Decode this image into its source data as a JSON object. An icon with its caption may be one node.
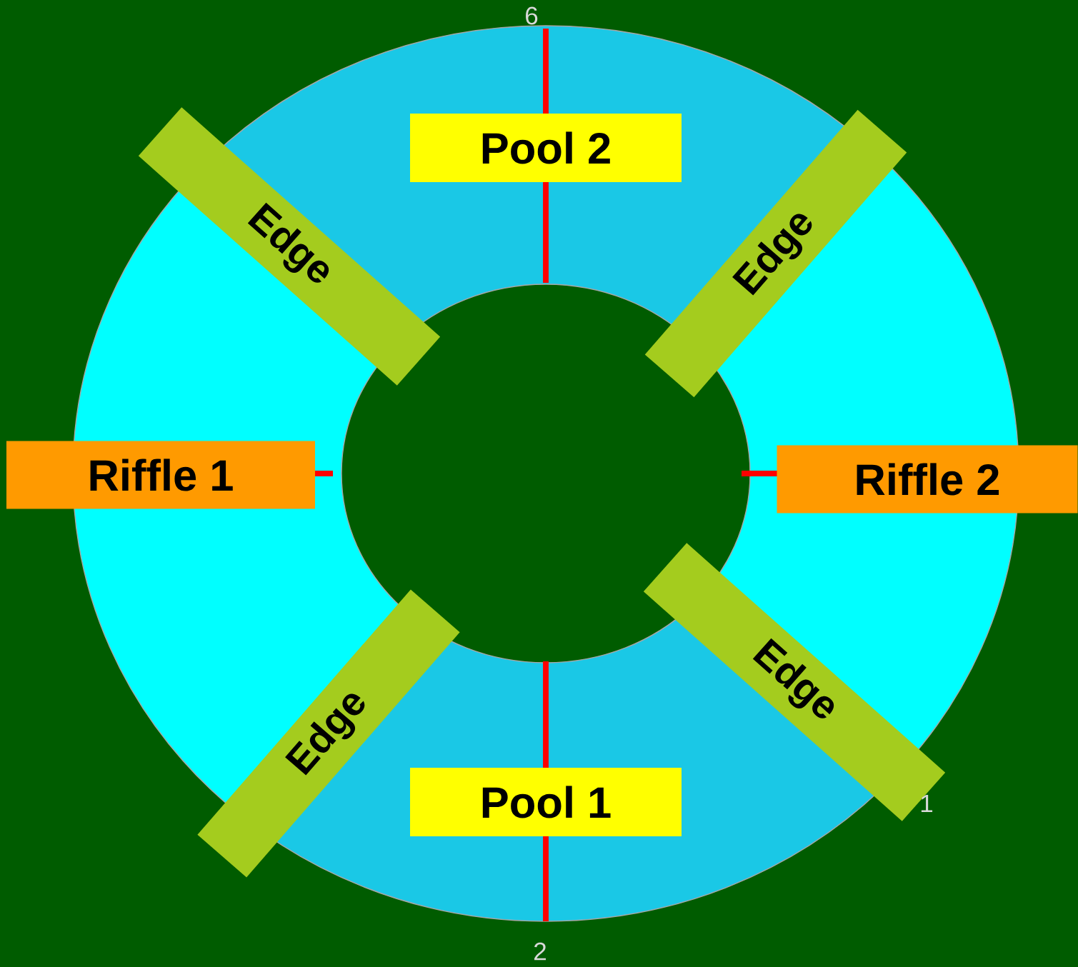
{
  "diagram": {
    "nodes": [
      {
        "text": [
          "Pool 2"
        ]
      },
      {
        "text": [
          "Edge"
        ]
      },
      {
        "text": [
          "Edge"
        ]
      },
      {
        "text": [
          "Riffle 1"
        ]
      },
      {
        "text": [
          "Riffle 2"
        ]
      },
      {
        "text": [
          "Edge"
        ]
      },
      {
        "text": [
          "Edge"
        ]
      },
      {
        "text": [
          "Pool 1"
        ]
      }
    ],
    "labels": [
      "6",
      "1",
      "2"
    ]
  }
}
